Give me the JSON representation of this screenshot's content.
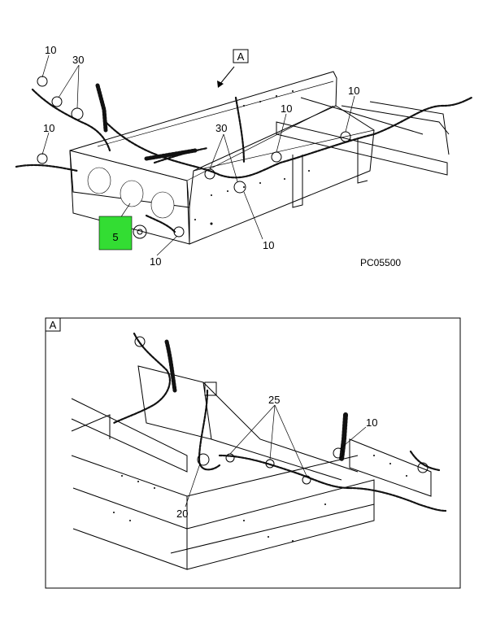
{
  "figure_code": "PC05500",
  "view_marker": "A",
  "detail_title": "A",
  "top_callouts": {
    "c10_a": "10",
    "c30_a": "30",
    "c10_b": "10",
    "c30_b": "30",
    "c10_c": "10",
    "c10_d": "10",
    "c10_e": "10",
    "c10_f": "10",
    "c5": "5"
  },
  "detail_callouts": {
    "c25": "25",
    "c10": "10",
    "c20": "20"
  },
  "colors": {
    "highlight": "#33dd33",
    "line": "#000000"
  }
}
